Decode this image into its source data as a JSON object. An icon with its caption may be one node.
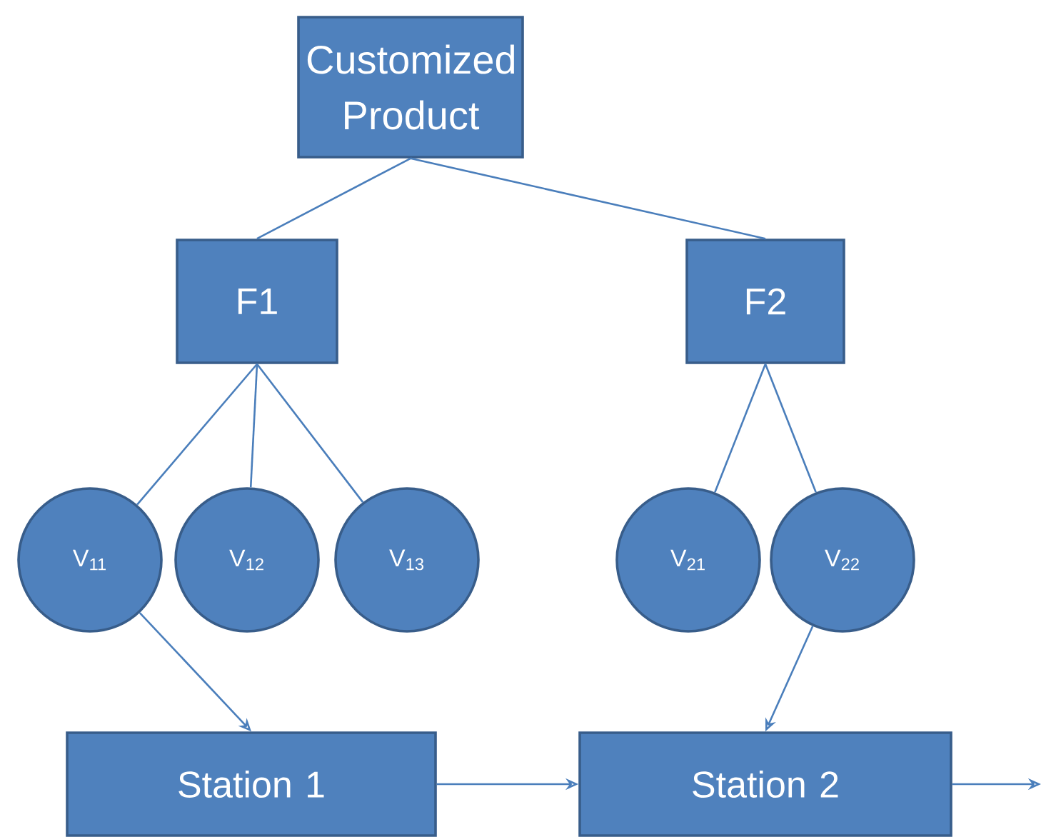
{
  "diagram": {
    "nodes": [
      {
        "text": [
          "Customized Product"
        ]
      },
      {
        "text": [
          "F1"
        ]
      },
      {
        "text": [
          "F2"
        ]
      },
      {
        "text": [
          "V$_{11}$"
        ]
      },
      {
        "text": [
          "V$_{12}$"
        ]
      },
      {
        "text": [
          "V$_{13}$"
        ]
      },
      {
        "text": [
          "V$_{21}$"
        ]
      },
      {
        "text": [
          "V$_{22}$"
        ]
      },
      {
        "text": [
          "Station 1"
        ]
      },
      {
        "text": [
          "Station 2"
        ]
      }
    ],
    "edges": [
      {
        "from": 0,
        "to": 1,
        "arrow": "none"
      },
      {
        "from": 0,
        "to": 2,
        "arrow": "none"
      },
      {
        "from": 1,
        "to": 3,
        "arrow": "none"
      },
      {
        "from": 1,
        "to": 4,
        "arrow": "none"
      },
      {
        "from": 1,
        "to": 5,
        "arrow": "none"
      },
      {
        "from": 2,
        "to": 6,
        "arrow": "none"
      },
      {
        "from": 2,
        "to": 7,
        "arrow": "none"
      },
      {
        "from": 3,
        "to": 8,
        "arrow": "to"
      },
      {
        "from": 7,
        "to": 9,
        "arrow": "to"
      },
      {
        "from": 8,
        "to": 9,
        "arrow": "to"
      },
      {
        "from": 9,
        "to": null,
        "arrow": "to"
      }
    ]
  }
}
